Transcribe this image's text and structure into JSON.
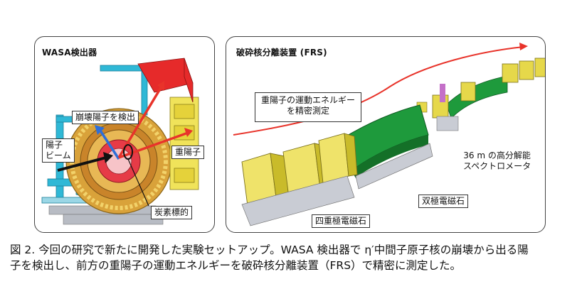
{
  "left_panel": {
    "title": "WASA検出器",
    "labels": {
      "decay_proton": "崩壊陽子を検出",
      "beam_line1": "陽子",
      "beam_line2": "ビーム",
      "deuteron": "重陽子",
      "carbon_target": "炭素標的"
    }
  },
  "right_panel": {
    "title": "破砕核分離装置 (FRS)",
    "labels": {
      "measure_line1": "重陽子の運動エネルギー",
      "measure_line2": "を精密測定",
      "spectrometer_line1": "36 m の高分解能",
      "spectrometer_line2": "スペクトロメータ",
      "dipole": "双極電磁石",
      "quadrupole": "四重極電磁石"
    }
  },
  "caption": {
    "line1": "図 2. 今回の研究で新たに開発した実験セットアップ。WASA 検出器で η′中間子原子核の崩壊から出る陽",
    "line2": "子を検出し、前方の重陽子の運動エネルギーを破砕核分離装置（FRS）で精密に測定した。"
  },
  "colors": {
    "arrow_red": "#e8332a",
    "arrow_blue": "#2f6fd8",
    "magnet_green": "#1e9a3c",
    "magnet_yellow": "#e6d84a",
    "frame_cyan": "#2fb8d6",
    "detector_orange": "#d9a23a"
  }
}
